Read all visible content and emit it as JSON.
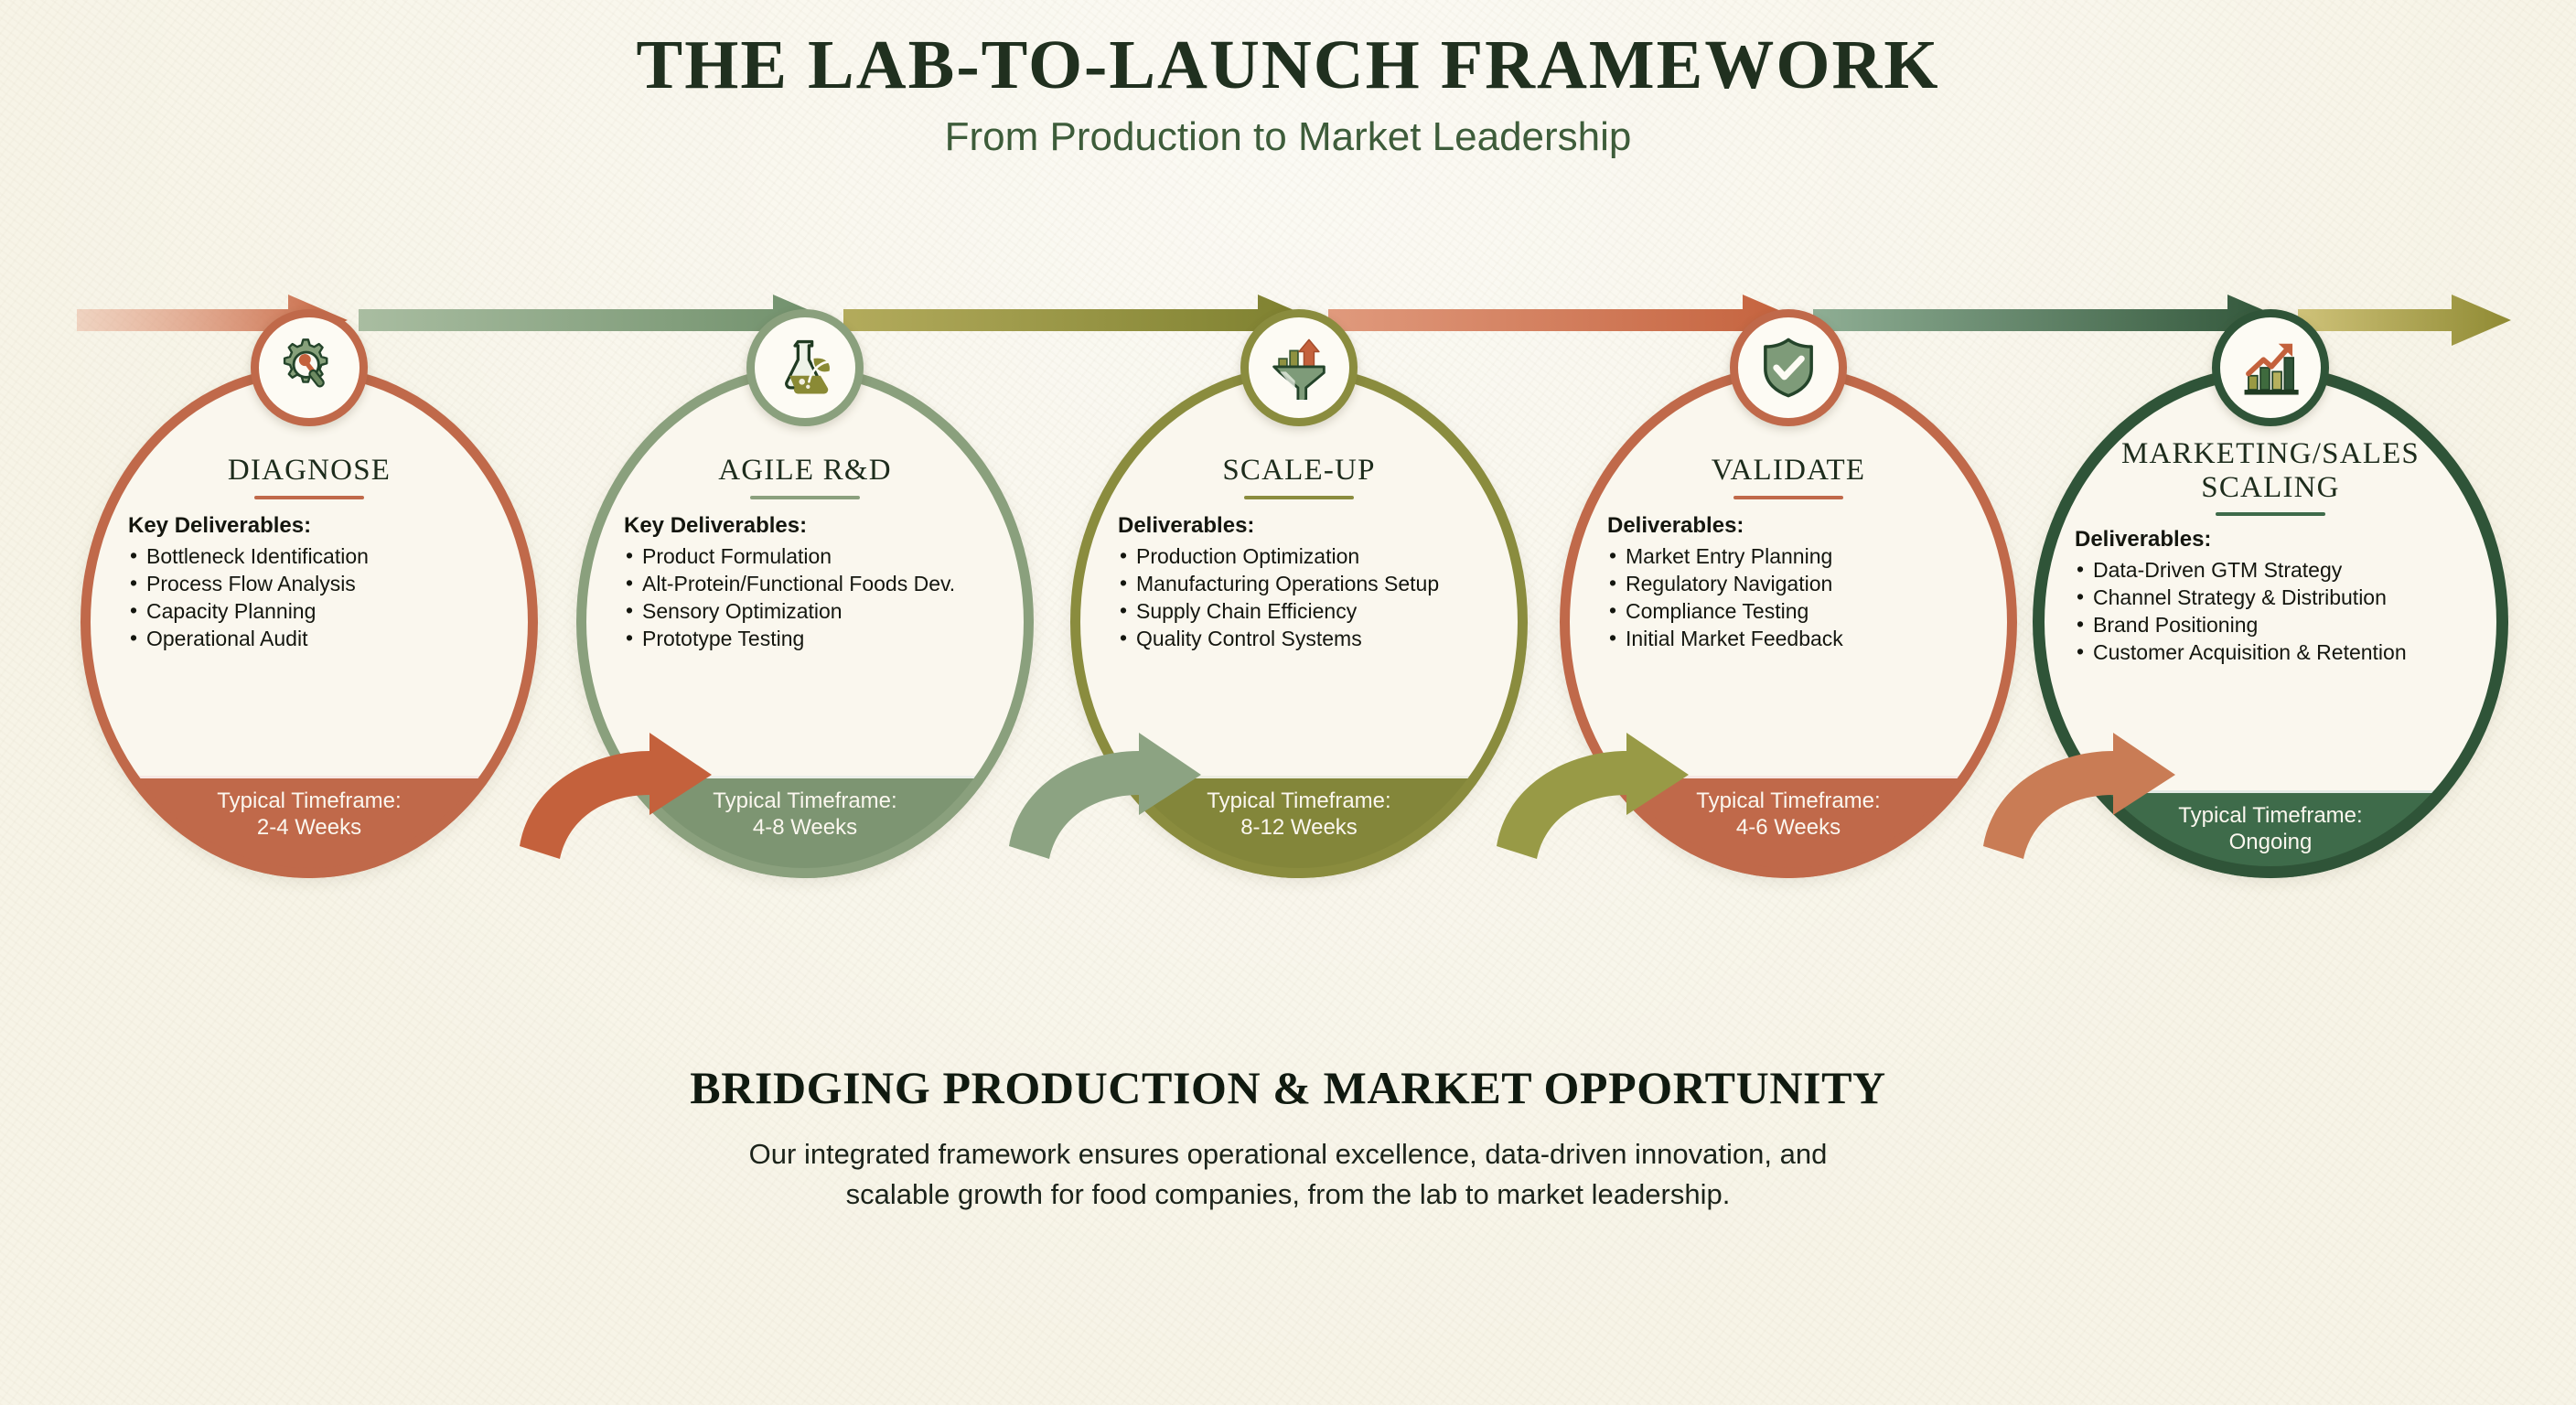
{
  "header": {
    "title": "THE LAB-TO-LAUNCH FRAMEWORK",
    "subtitle": "From Production to Market Leadership"
  },
  "colors": {
    "background": "#f7f4e7",
    "terracotta": "#c0694a",
    "sage": "#7d9572",
    "olive": "#83863a",
    "dark_green": "#3e6b4a",
    "deep_green": "#2f5438",
    "title_ink": "#20301f"
  },
  "stages": [
    {
      "title": "DIAGNOSE",
      "icon": "gear-magnifier-icon",
      "accent": "#c0694a",
      "band": "#c0694a",
      "deliverables_label": "Key Deliverables:",
      "deliverables": [
        "Bottleneck Identification",
        "Process Flow Analysis",
        "Capacity Planning",
        "Operational Audit"
      ],
      "timeframe_label": "Typical Timeframe:",
      "timeframe_value": "2-4 Weeks"
    },
    {
      "title": "AGILE R&D",
      "icon": "flask-leaf-icon",
      "accent": "#8aa07d",
      "band": "#7d9572",
      "deliverables_label": "Key Deliverables:",
      "deliverables": [
        "Product Formulation",
        "Alt-Protein/Functional Foods Dev.",
        "Sensory Optimization",
        "Prototype Testing"
      ],
      "timeframe_label": "Typical Timeframe:",
      "timeframe_value": "4-8 Weeks"
    },
    {
      "title": "SCALE-UP",
      "icon": "funnel-growth-icon",
      "accent": "#8a8c3e",
      "band": "#83863a",
      "deliverables_label": "Deliverables:",
      "deliverables": [
        "Production Optimization",
        "Manufacturing Operations Setup",
        "Supply Chain Efficiency",
        "Quality Control Systems"
      ],
      "timeframe_label": "Typical Timeframe:",
      "timeframe_value": "8-12 Weeks"
    },
    {
      "title": "VALIDATE",
      "icon": "shield-check-icon",
      "accent": "#c0694a",
      "band": "#c0694a",
      "deliverables_label": "Deliverables:",
      "deliverables": [
        "Market Entry Planning",
        "Regulatory Navigation",
        "Compliance Testing",
        "Initial Market Feedback"
      ],
      "timeframe_label": "Typical Timeframe:",
      "timeframe_value": "4-6 Weeks"
    },
    {
      "title": "MARKETING/SALES\nSCALING",
      "icon": "bar-chart-growth-icon",
      "accent": "#2f5438",
      "band": "#3e6b4a",
      "deliverables_label": "Deliverables:",
      "deliverables": [
        "Data-Driven GTM Strategy",
        "Channel Strategy & Distribution",
        "Brand Positioning",
        "Customer Acquisition & Retention"
      ],
      "timeframe_label": "Typical Timeframe:",
      "timeframe_value": "Ongoing"
    }
  ],
  "flow_arrows": [
    {
      "from": "#e2977a",
      "to": "#c4613c"
    },
    {
      "from": "#a9bda1",
      "to": "#6f8f6a"
    },
    {
      "from": "#b3ab5c",
      "to": "#7c7f2e"
    },
    {
      "from": "#e09a7d",
      "to": "#c4613c"
    },
    {
      "from": "#8fae94",
      "to": "#2f5438"
    }
  ],
  "tail_arrow": {
    "from": "#cfc279",
    "to": "#8f8a33"
  },
  "footer": {
    "title": "BRIDGING PRODUCTION & MARKET OPPORTUNITY",
    "body_line1": "Our integrated framework ensures operational excellence, data-driven innovation, and",
    "body_line2": "scalable growth for food companies, from the lab to market leadership."
  }
}
